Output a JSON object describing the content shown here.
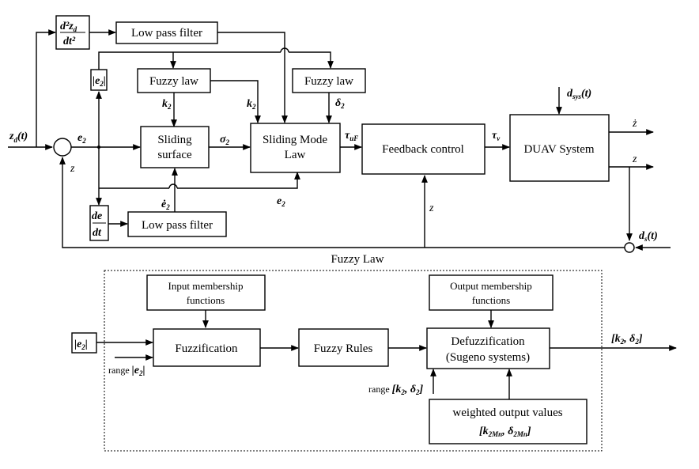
{
  "top": {
    "input_zd": "z",
    "input_zd_sub": "d",
    "input_zd_arg": "(t)",
    "second_deriv_num": "d²z",
    "second_deriv_num_sub": "d",
    "second_deriv_den": "dt²",
    "low_pass_filter_1": "Low pass filter",
    "low_pass_filter_2": "Low pass filter",
    "abs_e2": "|e",
    "abs_e2_sub": "2",
    "abs_e2_end": "|",
    "fuzzy_law_1": "Fuzzy law",
    "fuzzy_law_2": "Fuzzy law",
    "k2_label_1": "k",
    "k2_label_2": "k",
    "k2_sub": "2",
    "delta2_label": "δ",
    "delta2_sub": "2",
    "e2_label": "e",
    "e2_sub": "2",
    "e2_label_bottom": "e",
    "e2dot_label": "ė",
    "z_feedback": "z",
    "z_center": "z",
    "sliding_surface_l1": "Sliding",
    "sliding_surface_l2": "surface",
    "sigma2_label": "σ",
    "sigma2_sub": "2",
    "smc_l1": "Sliding Mode",
    "smc_l2": "Law",
    "tau_uf": "τ",
    "tau_uf_sub": "uF",
    "tau_v": "τ",
    "tau_v_sub": "v",
    "feedback_control": "Feedback control",
    "duav_system": "DUAV System",
    "d_sys": "d",
    "d_sys_sub": "sys",
    "d_sys_arg": "(t)",
    "z_dot_out": "ż",
    "z_out": "z",
    "de_num": "de",
    "de_den": "dt",
    "ds": "d",
    "ds_sub": "s",
    "ds_arg": "(t)"
  },
  "fuzzy": {
    "title": "Fuzzy Law",
    "input_membership_l1": "Input membership",
    "input_membership_l2": "functions",
    "output_membership_l1": "Output membership",
    "output_membership_l2": "functions",
    "fuzzification": "Fuzzification",
    "fuzzy_rules": "Fuzzy Rules",
    "defuzz_l1": "Defuzzification",
    "defuzz_l2": "(Sugeno systems)",
    "input_abs_e2": "|e",
    "input_abs_sub": "2",
    "input_abs_end": "|",
    "range_label": "range",
    "range_e2": "|e",
    "range_e2_sub": "2",
    "range_e2_end": "|",
    "range_k_label": "range",
    "range_k": "[k",
    "range_k_sub": "2",
    "range_k_mid": ", δ",
    "range_k_sub2": "2",
    "range_k_end": "]",
    "out_k": "[k",
    "out_k_sub": "2",
    "out_k_mid": ", δ",
    "out_k_sub2": "2",
    "out_k_end": "]",
    "weighted_l1": "weighted output values",
    "weighted_k": "[k",
    "weighted_k_sub": "2Mn",
    "weighted_mid": ", δ",
    "weighted_sub2": "2Mn",
    "weighted_end": "]"
  }
}
